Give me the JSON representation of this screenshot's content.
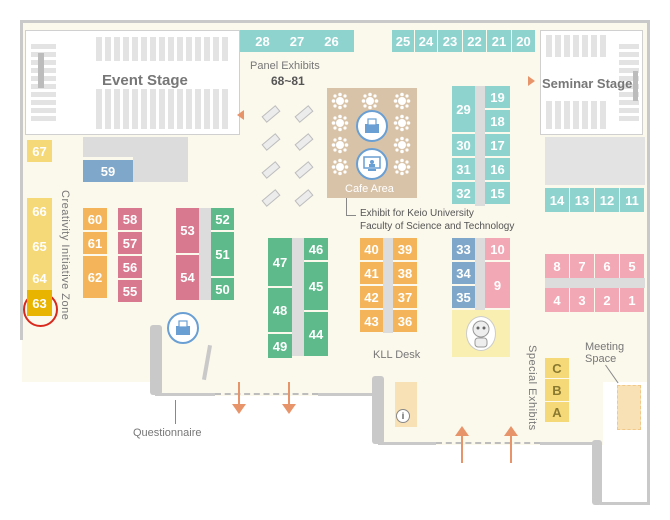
{
  "labels": {
    "event_stage": "Event Stage",
    "seminar_stage": "Seminar Stage",
    "panel_exhibits": "Panel Exhibits",
    "panel_range": "68~81",
    "cafe_area": "Cafe Area",
    "keio_exhibit_line1": "Exhibit for Keio University",
    "keio_exhibit_line2": "Faculty of Science and Technology",
    "creativity_zone": "Creativity Initiative Zone",
    "kll_desk": "KLL Desk",
    "special_exhibits": "Special Exhibits",
    "meeting_space_line1": "Meeting",
    "meeting_space_line2": "Space",
    "questionnaire": "Questionnaire",
    "info_symbol": "i"
  },
  "booths": {
    "top_left": [
      "28",
      "27",
      "26"
    ],
    "top_right": [
      "25",
      "24",
      "23",
      "22",
      "21",
      "20"
    ],
    "b67": "67",
    "b59": "59",
    "zone_left": [
      "66",
      "65",
      "64",
      "63"
    ],
    "col60": [
      "60",
      "61",
      "62"
    ],
    "col58": [
      "58",
      "57",
      "56",
      "55"
    ],
    "col53": [
      "53",
      "54"
    ],
    "col52": [
      "52",
      "51",
      "50"
    ],
    "col47": [
      "47",
      "48",
      "49"
    ],
    "col46": [
      "46",
      "45",
      "44"
    ],
    "col40": [
      "40",
      "41",
      "42",
      "43"
    ],
    "col39": [
      "39",
      "38",
      "37",
      "36"
    ],
    "col33": [
      "33",
      "34",
      "35"
    ],
    "col10": [
      "10",
      "9"
    ],
    "col29": [
      "29",
      "30",
      "31",
      "32"
    ],
    "col19": [
      "19",
      "18",
      "17",
      "16",
      "15"
    ],
    "row14": [
      "14",
      "13",
      "12",
      "11"
    ],
    "row8": [
      "8",
      "7",
      "6",
      "5"
    ],
    "row4": [
      "4",
      "3",
      "2",
      "1"
    ],
    "special": [
      "C",
      "B",
      "A"
    ]
  },
  "highlighted_booth": "63",
  "colors": {
    "teal": "#8fd3cf",
    "green": "#5fba8b",
    "orange": "#f4b459",
    "yellow": "#f5d878",
    "pink": "#d9798f",
    "pink_light": "#f2a9b5",
    "blue": "#7fa7c9",
    "highlight": "#e8b400",
    "highlight_ring": "#d9291c",
    "arrow": "#e8946a"
  }
}
